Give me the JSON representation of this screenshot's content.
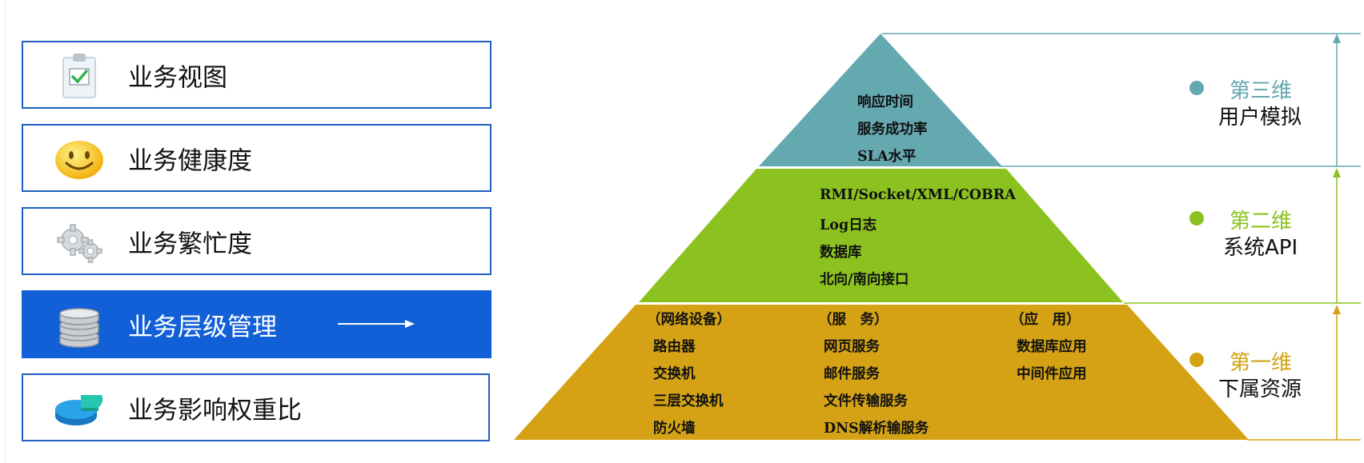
{
  "menu": [
    {
      "label": "业务视图",
      "icon": "clipboard-check-icon"
    },
    {
      "label": "业务健康度",
      "icon": "smiley-face-icon"
    },
    {
      "label": "业务繁忙度",
      "icon": "gears-icon"
    },
    {
      "label": "业务层级管理",
      "icon": "database-stack-icon",
      "active": true
    },
    {
      "label": "业务影响权重比",
      "icon": "pie-chart-icon"
    }
  ],
  "pyramid": {
    "top": {
      "color": "#64a8b0",
      "items": [
        "响应时间",
        "服务成功率",
        "SLA水平"
      ],
      "dim_title": "第三维",
      "dim_sub": "用户模拟"
    },
    "middle": {
      "color": "#8cc21f",
      "items": [
        "RMI/Socket/XML/COBRA",
        "Log日志",
        "数据库",
        "北向/南向接口"
      ],
      "dim_title": "第二维",
      "dim_sub": "系统API"
    },
    "bottom": {
      "color": "#d4a214",
      "columns": [
        {
          "header": "（网络设备）",
          "items": [
            "路由器",
            "交换机",
            "三层交换机",
            "防火墙"
          ]
        },
        {
          "header": "（服　务）",
          "items": [
            "网页服务",
            "邮件服务",
            "文件传输服务",
            "DNS解析输服务"
          ]
        },
        {
          "header": "（应　用）",
          "items": [
            "数据库应用",
            "中间件应用"
          ]
        }
      ],
      "dim_title": "第一维",
      "dim_sub": "下属资源"
    }
  }
}
